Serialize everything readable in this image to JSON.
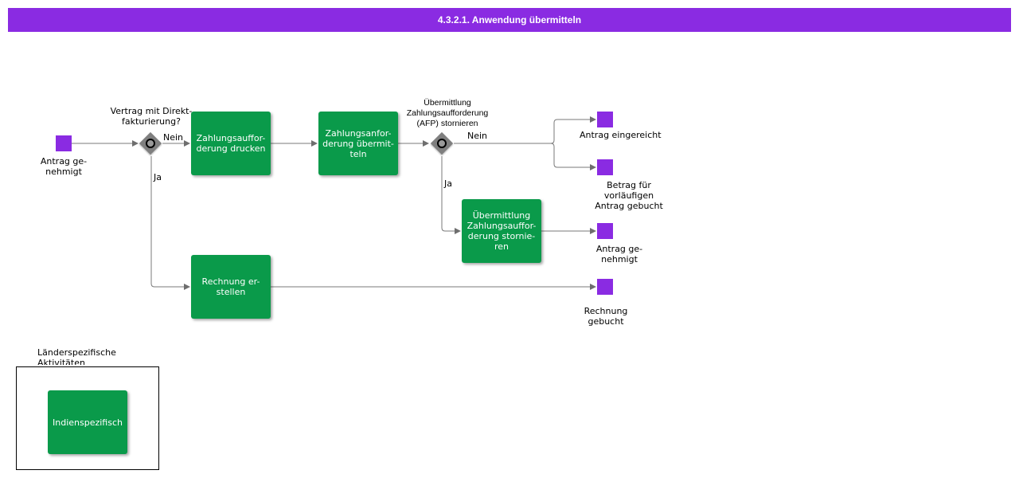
{
  "header": {
    "title": "4.3.2.1. Anwendung übermitteln"
  },
  "events": {
    "start": "Antrag ge-\nnehmigt",
    "eingereicht": "Antrag eingereicht",
    "betrag": "Betrag für vorläufigen\nAntrag gebucht",
    "genehmigt": "Antrag ge-\nnehmigt",
    "rechnung": "Rechnung\ngebucht"
  },
  "gateways": {
    "g1": "Vertrag mit Direkt-\nfakturierung?",
    "g2": "Übermittlung\nZahlungsaufforderung\n(AFP) stornieren"
  },
  "tasks": {
    "drucken": "Zahlungsauffor-\nderung drucken",
    "uebermitteln": "Zahlungsanfor-\nderung übermit-\nteln",
    "stornieren": "Übermittlung\nZahlungsauffor-\nderung stornie-\nren",
    "rechnung": "Rechnung er-\nstellen",
    "indien": "Indienspezifisch"
  },
  "flow_labels": {
    "g1_nein": "Nein",
    "g1_ja": "Ja",
    "g2_nein": "Nein",
    "g2_ja": "Ja"
  },
  "lane": {
    "label": "Länderspezifische\nAktivitäten"
  },
  "colors": {
    "accent": "#8a2be2",
    "task": "#0a9a4a",
    "gateway": "#7f7f7f"
  }
}
